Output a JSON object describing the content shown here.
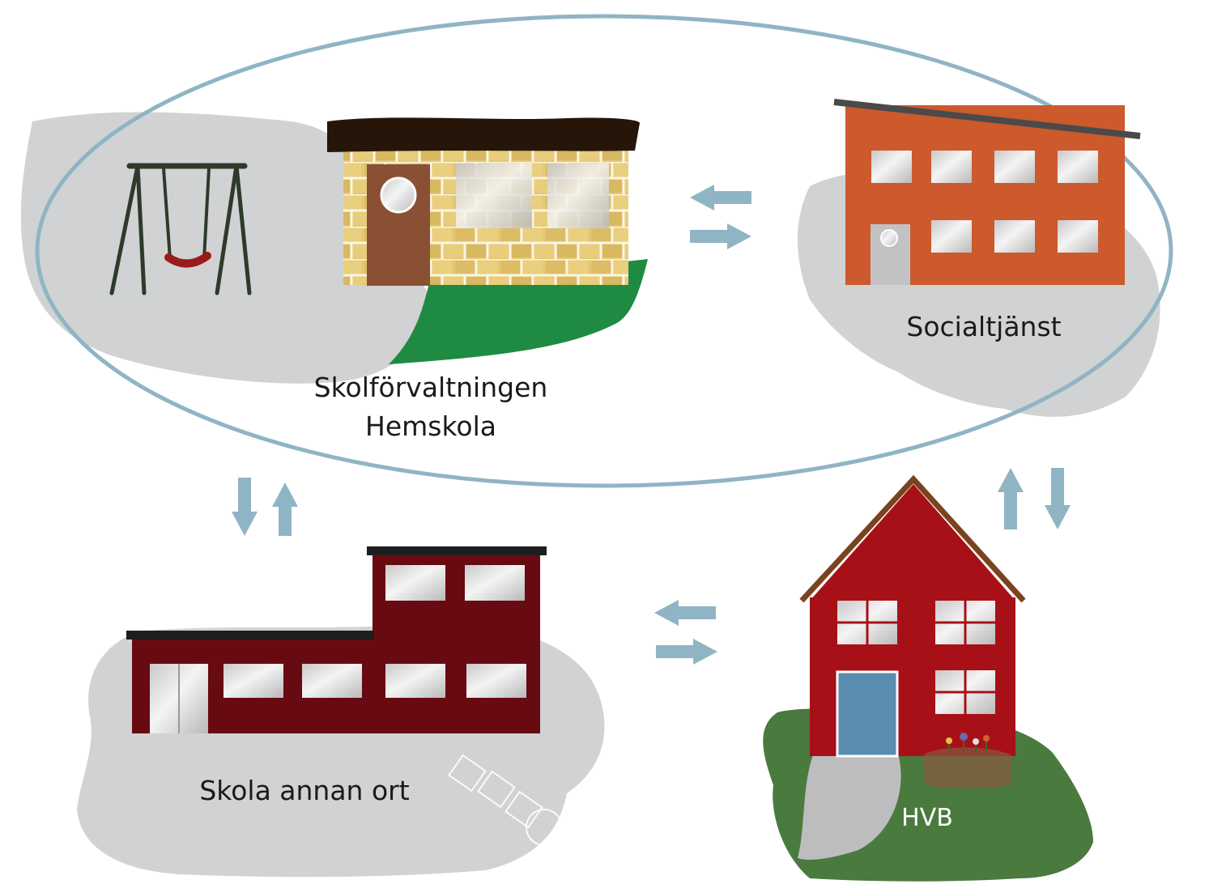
{
  "labels": {
    "skolforvaltningen": "Skolförvaltningen",
    "hemskola": "Hemskola",
    "socialtjanst": "Socialtjänst",
    "skola_annan_ort": "Skola annan ort",
    "hvb": "HVB"
  },
  "colors": {
    "ellipse": "#8fb5c4",
    "arrow": "#8fb5c4",
    "blob": "#d1d2d4",
    "grass_green": "#1f8a42",
    "hvb_green": "#4a7a3e",
    "social_orange": "#cc5a2c",
    "school_red": "#680a12",
    "hvb_red": "#a81018",
    "brick_yellow": "#e4c873",
    "door_brown": "#8a5034",
    "door_blue": "#5a8cb0",
    "roof_black": "#261509"
  },
  "icons": {
    "swing": "swing-set-icon",
    "home_school": "home-school-building",
    "social_services": "social-services-building",
    "other_school": "other-school-building",
    "hvb_house": "hvb-house-building"
  }
}
